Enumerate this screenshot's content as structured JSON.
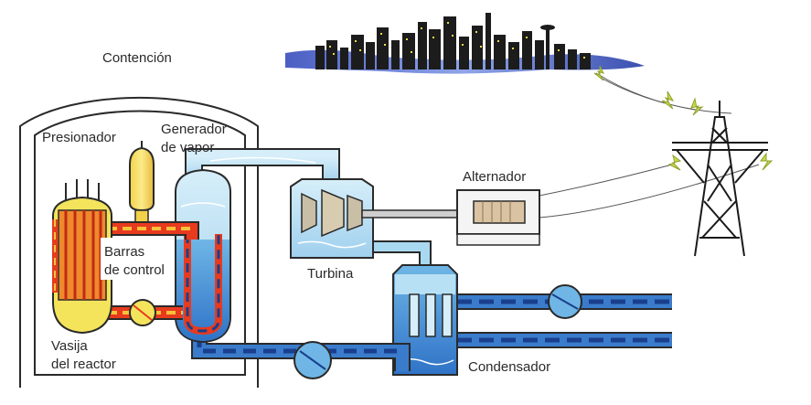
{
  "labels": {
    "containment": "Contención",
    "pressurizer": "Presionador",
    "steam_generator_line1": "Generador",
    "steam_generator_line2": "de vapor",
    "generator": "Alternador",
    "turbine": "Turbina",
    "control_rods_line1": "Barras",
    "control_rods_line2": "de control",
    "reactor_vessel_line1": "Vasija",
    "reactor_vessel_line2": "del reactor",
    "condenser": "Condensador"
  },
  "colors": {
    "hot_loop": "#e83a1e",
    "hot_loop_dashes": "#f6c23a",
    "reactor_fill": "#f4e45c",
    "steam_light": "#bfe3f5",
    "water_medium": "#5aa7dc",
    "water_dark": "#2f6fc1",
    "water_dashes": "#1a3f8c",
    "city_sky": "#3b4fb0",
    "city_buildings": "#1c1c1c",
    "city_windows": "#e8d94a",
    "spark": "#c8d84a",
    "generator_body": "#d9c3a2"
  }
}
